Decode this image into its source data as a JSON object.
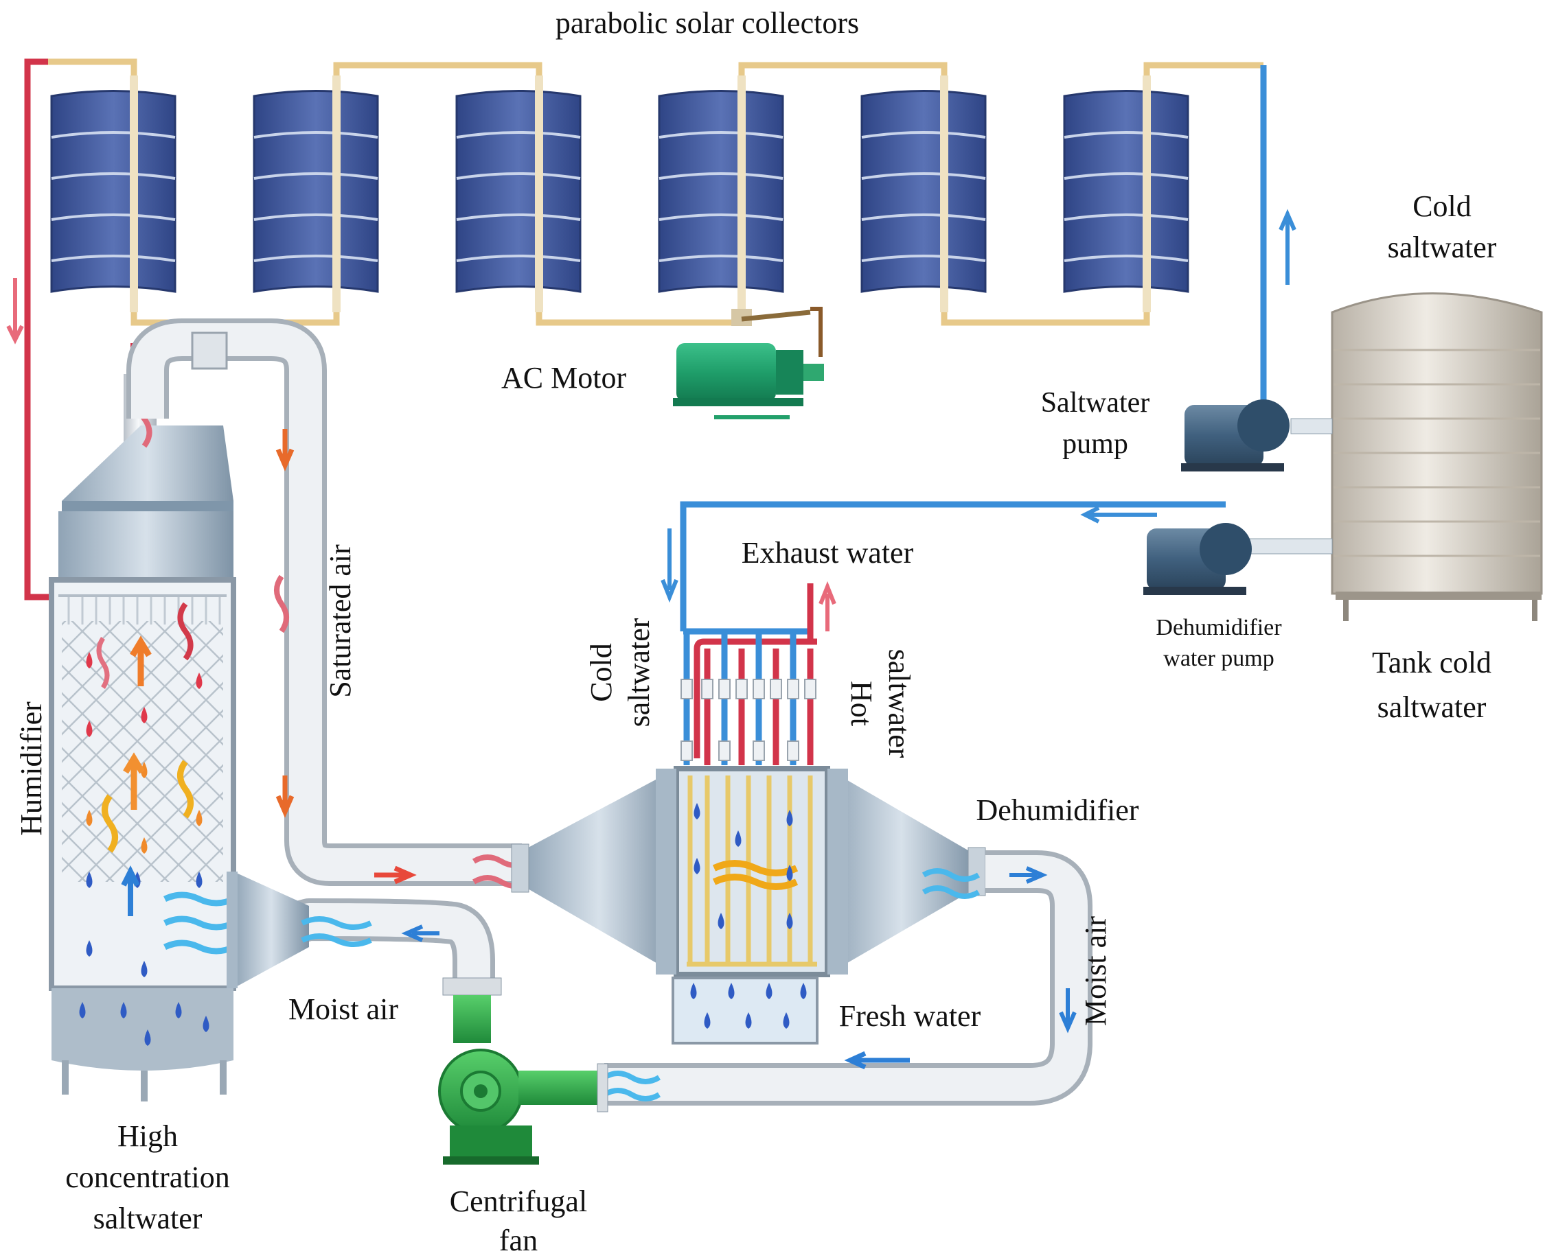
{
  "title": "parabolic solar collectors",
  "labels": {
    "ac_motor": "AC Motor",
    "cold_saltwater_top": [
      "Cold",
      "saltwater"
    ],
    "saltwater_pump": [
      "Saltwater",
      "pump"
    ],
    "exhaust_water": "Exhaust water",
    "dehumidifier_water_pump": [
      "Dehumidifier",
      "water pump"
    ],
    "tank_cold_saltwater": [
      "Tank cold",
      "saltwater"
    ],
    "humidifier": "Humidifier",
    "saturated_air": "Saturated air",
    "cold_saltwater_side": [
      "Cold",
      "saltwater"
    ],
    "hot_saltwater": [
      "Hot",
      "saltwater"
    ],
    "dehumidifier": "Dehumidifier",
    "moist_air_right": "Moist air",
    "moist_air_left": "Moist air",
    "fresh_water": "Fresh water",
    "high_concentration_saltwater": [
      "High",
      "concentration",
      "saltwater"
    ],
    "centrifugal_fan": [
      "Centrifugal",
      "fan"
    ]
  },
  "colors": {
    "hot_pipe": "#d2344a",
    "cold_pipe": "#3a8ed8",
    "collector_pipe": "#e7c98a",
    "panel": "#3d5496",
    "air_duct": "#e4e8ec",
    "motor_green": "#1f9e6a",
    "fan_green": "#2aa84a",
    "tank": "#d9d4cc",
    "hot_flow": "#e8483a",
    "cold_flow": "#2d7fd6"
  },
  "components": {
    "solar_collector_count": 6,
    "dehumidifier_tube_count": 8
  }
}
